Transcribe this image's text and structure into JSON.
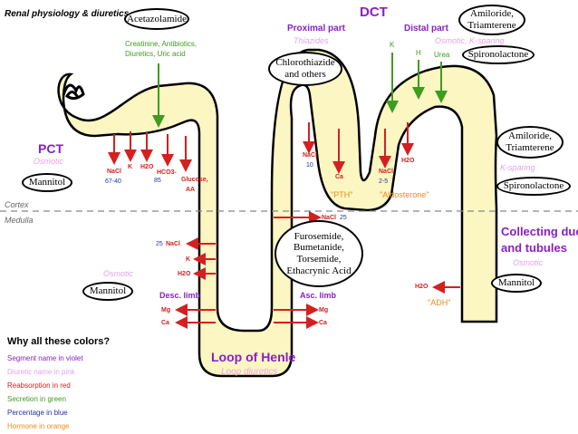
{
  "title": "Renal physiology & diuretics",
  "zones": {
    "cortex": "Cortex",
    "medulla": "Medulla"
  },
  "dct": "DCT",
  "segments": {
    "pct": "PCT",
    "pct_diuretic": "Osmotic",
    "proximal_part": "Proximal part",
    "proximal_diuretic": "Thiazides",
    "distal_part": "Distal part",
    "distal_diuretic": "Osmotic, K-sparing",
    "collecting_line1": "Collecting duct",
    "collecting_line2": "and tubules",
    "collecting_diuretic": "Osmotic",
    "k_sparing": "K-sparing",
    "desc_limb": "Desc. limb",
    "desc_diuretic": "Osmotic",
    "asc_limb": "Asc. limb",
    "loop": "Loop of Henle",
    "loop_diuretic": "Loop diuretics"
  },
  "drugs": {
    "acetazolamide": "Acetazolamide",
    "chlorothiazide_1": "Chlorothiazide",
    "chlorothiazide_2": "and others",
    "amiloride_top_1": "Amiloride,",
    "amiloride_top_2": "Triamterene",
    "spironolactone_top": "Spironolactone",
    "amiloride_mid_1": "Amiloride,",
    "amiloride_mid_2": "Triamterene",
    "spironolactone_mid": "Spironolactone",
    "mannitol_pct": "Mannitol",
    "mannitol_desc": "Mannitol",
    "mannitol_cd": "Mannitol",
    "loop_1": "Furosemide,",
    "loop_2": "Bumetanide,",
    "loop_3": "Torsemide,",
    "loop_4": "Ethacrynic Acid"
  },
  "secretion": {
    "pct_1": "Creatinine, Antibiotics,",
    "pct_2": "Diuretics, Uric acid",
    "k": "K",
    "h": "H",
    "urea": "Urea"
  },
  "reabsorption": {
    "pct_nacl": "NaCl",
    "pct_k": "K",
    "pct_h2o": "H2O",
    "pct_hco3": "HCO3-",
    "pct_glucose_1": "Glucose,",
    "pct_glucose_2": "AA",
    "dct_nacl": "NaCl",
    "dct_ca": "Ca",
    "dct2_nacl": "NaCl",
    "dct_h2o": "H2O",
    "desc_nacl": "NaCl",
    "desc_k": "K",
    "desc_h2o": "H2O",
    "desc_mg": "Mg",
    "desc_ca": "Ca",
    "asc_nacl": "NaCl",
    "asc_mg": "Mg",
    "asc_ca": "Ca",
    "cd_h2o": "H2O"
  },
  "percentages": {
    "pct": "67-40",
    "hco3": "85",
    "dct": "10",
    "dct2": "2-5",
    "desc": "25",
    "asc": "25"
  },
  "hormones": {
    "pth": "\"PTH\"",
    "aldosterone": "\"Aldosterone\"",
    "adh": "\"ADH\""
  },
  "legend": {
    "heading": "Why all these colors?",
    "items": [
      {
        "text": "Segment name in violet",
        "color": "#8a1fc4"
      },
      {
        "text": "Diuretic name in pink",
        "color": "#e8a2e8"
      },
      {
        "text": "Reabsorption in red",
        "color": "#d42020"
      },
      {
        "text": "Secretion in green",
        "color": "#3e9c1f"
      },
      {
        "text": "Percentage in blue",
        "color": "#2233aa"
      },
      {
        "text": "Hormone in orange",
        "color": "#ee8a1a"
      }
    ]
  },
  "colors": {
    "tubule": "#fbf6c2",
    "violet": "#8a1fc4",
    "pink": "#e8a2e8",
    "red": "#d42020",
    "green": "#3e9c1f",
    "blue": "#2233aa",
    "orange": "#ee8a1a"
  }
}
